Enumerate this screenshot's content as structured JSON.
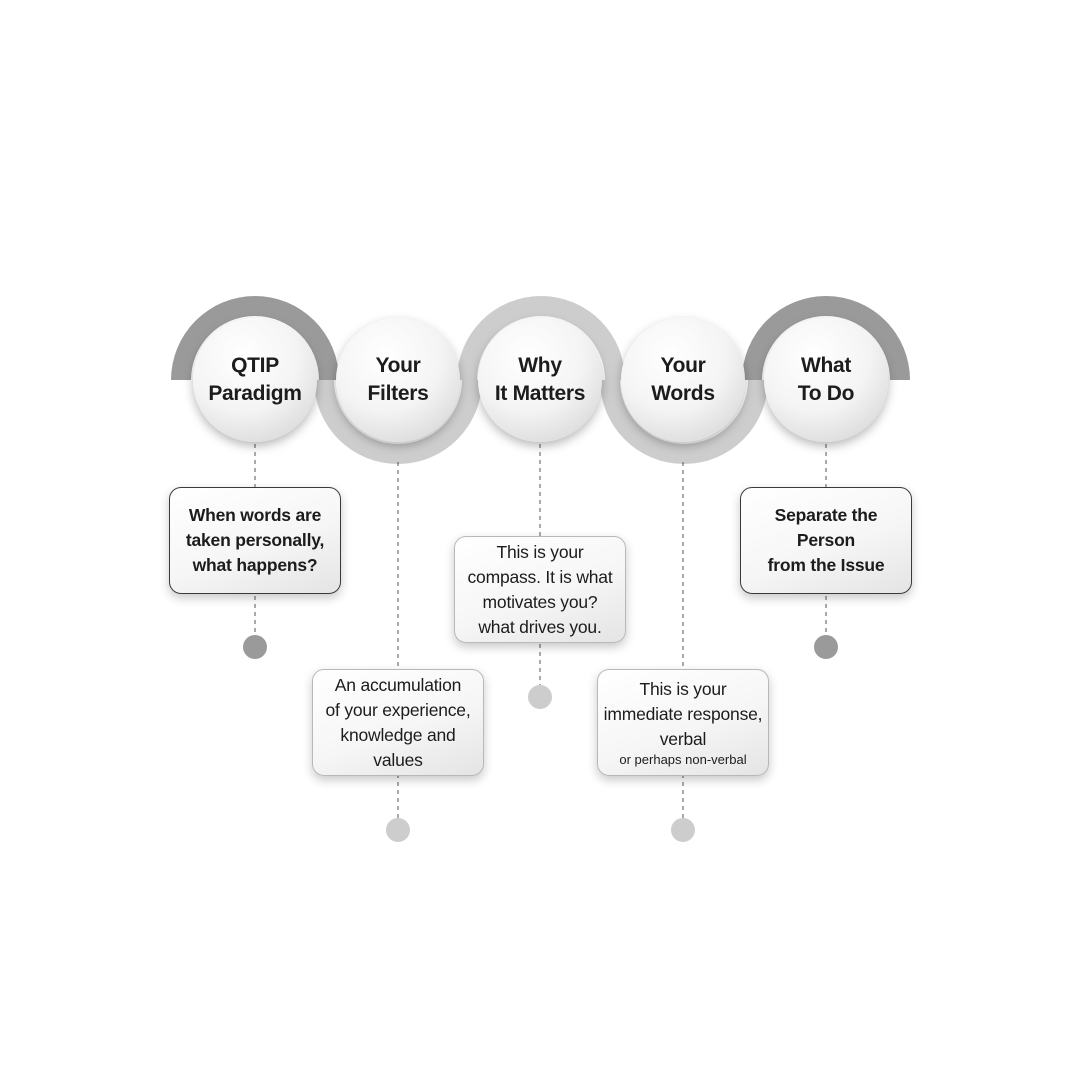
{
  "diagram": {
    "steps": [
      {
        "title": "QTIP\nParadigm",
        "description": "When words are\ntaken personally,\nwhat happens?",
        "description_bold": true,
        "description_note": ""
      },
      {
        "title": "Your\nFilters",
        "description": "An accumulation\nof your experience,\nknowledge and\nvalues",
        "description_bold": false,
        "description_note": ""
      },
      {
        "title": "Why\nIt Matters",
        "description": "This is your\ncompass. It is what\nmotivates you?\nwhat drives you.",
        "description_bold": false,
        "description_note": ""
      },
      {
        "title": "Your\nWords",
        "description": "This is your\nimmediate response,\nverbal",
        "description_bold": false,
        "description_note": "or perhaps non-verbal"
      },
      {
        "title": "What\nTo Do",
        "description": "Separate the\nPerson\nfrom the Issue",
        "description_bold": true,
        "description_note": ""
      }
    ],
    "colors": {
      "arc_dark": "#9a9a9a",
      "arc_light": "#cdcdcd",
      "dot_dark": "#9a9a9a",
      "dot_light": "#cdcdcd",
      "connector": "#555555",
      "text": "#1c1c1c"
    }
  }
}
